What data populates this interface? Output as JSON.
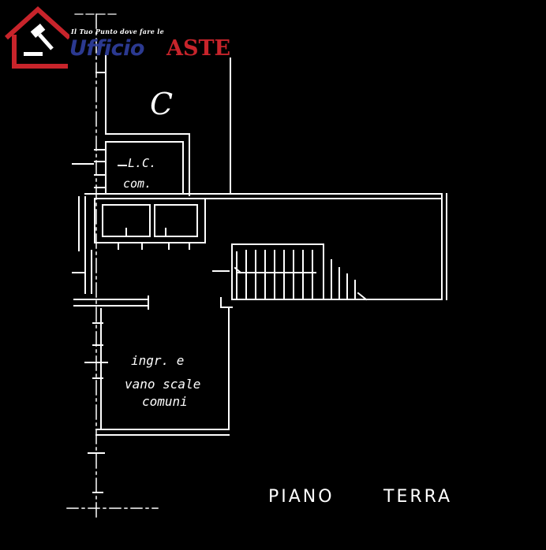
{
  "logo": {
    "tagline": "Il Tuo Punto dove fare le",
    "brand_first": "Ufficio",
    "brand_second": "ASTE",
    "colors": {
      "house": "#c8242b",
      "ufficio": "#2b3990",
      "aste": "#c8242b"
    },
    "icon": "house-gavel-icon"
  },
  "rooms": {
    "c": "C",
    "lc_line1": "L.C.",
    "lc_line2": "com.",
    "ingresso_line1": "ingr. e",
    "ingresso_line2": "vano scale",
    "ingresso_line3": "comuni"
  },
  "floor_title": {
    "word1": "PIANO",
    "word2": "TERRA"
  },
  "colors": {
    "background": "#000000",
    "linework": "#ffffff"
  }
}
